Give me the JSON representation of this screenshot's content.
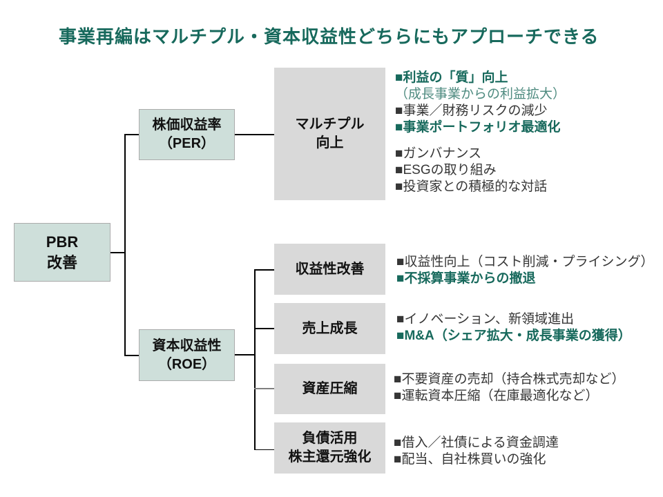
{
  "title": "事業再編はマルチプル・資本収益性どちらにもアプローチできる",
  "colors": {
    "accent_teal": "#17695C",
    "accent_teal_light": "#4F8B80",
    "box_teal_fill": "#CEDFDA",
    "box_teal_border": "#ABABAB",
    "box_gray_fill": "#D9D9D9",
    "text_dark": "#363636",
    "connector": "#000000"
  },
  "boxes": {
    "pbr": {
      "line1": "PBR",
      "line2": "改善"
    },
    "per": {
      "line1": "株価収益率",
      "line2": "（PER）"
    },
    "roe": {
      "line1": "資本収益性",
      "line2": "（ROE）"
    },
    "multiple": {
      "line1": "マルチプル",
      "line2": "向上"
    },
    "profitability": {
      "label": "収益性改善"
    },
    "sales": {
      "label": "売上成長"
    },
    "assets": {
      "label": "資産圧縮"
    },
    "debt": {
      "line1": "負債活用",
      "line2": "株主還元強化"
    }
  },
  "lists": {
    "multiple_top": [
      "■利益の「質」向上",
      "（成長事業からの利益拡大）",
      "■事業／財務リスクの減少",
      "■事業ポートフォリオ最適化"
    ],
    "multiple_bottom": [
      "■ガンバナンス",
      "■ESGの取り組み",
      "■投資家との積極的な対話"
    ],
    "profitability": [
      "■収益性向上（コスト削減・プライシング）",
      "■不採算事業からの撤退"
    ],
    "sales": [
      "■イノベーション、新領域進出",
      "■M&A（シェア拡大・成長事業の獲得）"
    ],
    "assets": [
      "■不要資産の売却（持合株式売却など）",
      "■運転資本圧縮（在庫最適化など）"
    ],
    "debt": [
      "■借入／社債による資金調達",
      "■配当、自社株買いの強化"
    ]
  }
}
